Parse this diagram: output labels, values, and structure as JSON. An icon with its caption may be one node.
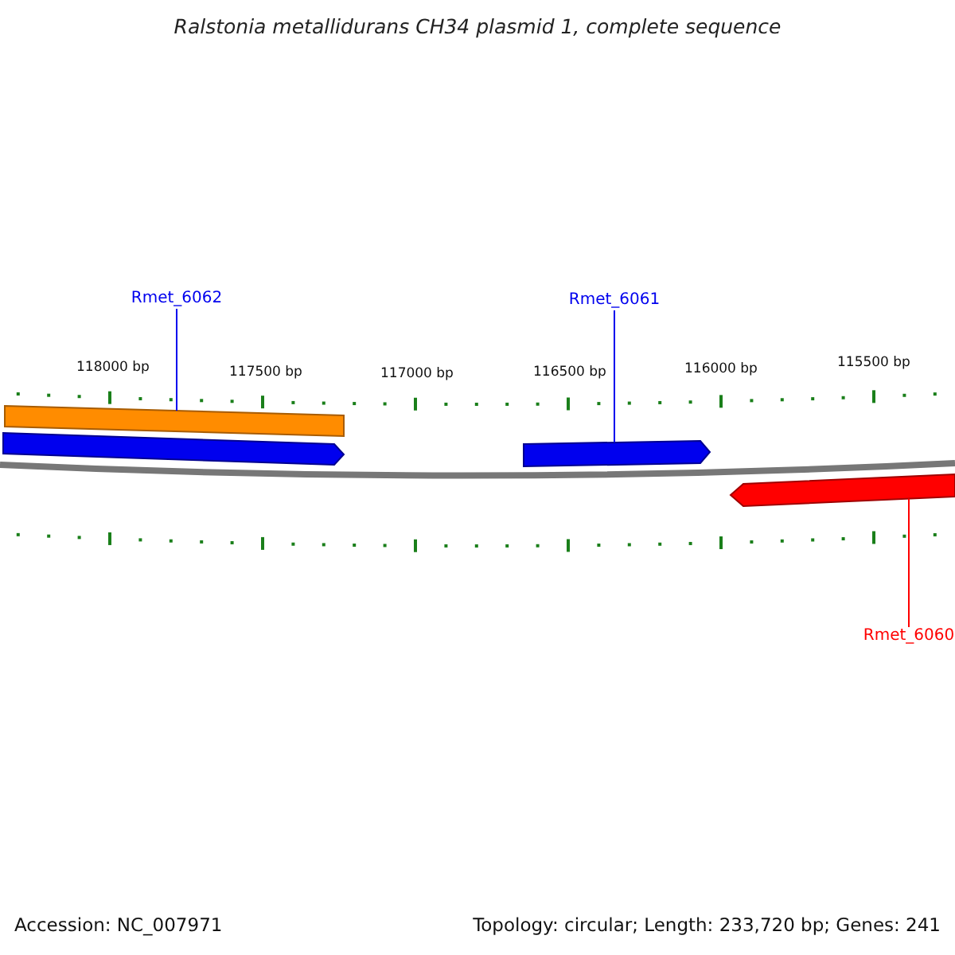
{
  "diagram": {
    "title": "Ralstonia metallidurans CH34 plasmid 1, complete sequence",
    "nodes": [
      {
        "text": [
          "Rmet_6062"
        ]
      },
      {
        "text": [
          "Rmet_6061"
        ]
      },
      {
        "text": [
          "Rmet_6060"
        ]
      },
      {
        "text": [],
        "shape": "bar"
      },
      {
        "text": [],
        "shape": "arrow"
      },
      {
        "text": [],
        "shape": "arrow"
      },
      {
        "text": [],
        "shape": "arrow"
      }
    ],
    "edges": [
      {
        "from": 0,
        "to": 3,
        "arrow": "none"
      },
      {
        "from": 1,
        "to": 5,
        "arrow": "none"
      },
      {
        "from": 2,
        "to": 6,
        "arrow": "none",
        "color": "#ff0000"
      }
    ],
    "labels": [
      "118000 bp",
      "117500 bp",
      "117000 bp",
      "116500 bp",
      "116000 bp",
      "115500 bp",
      "Accession: NC_007971",
      "Topology: circular; Length: 233,720 bp; Genes: 241"
    ]
  }
}
